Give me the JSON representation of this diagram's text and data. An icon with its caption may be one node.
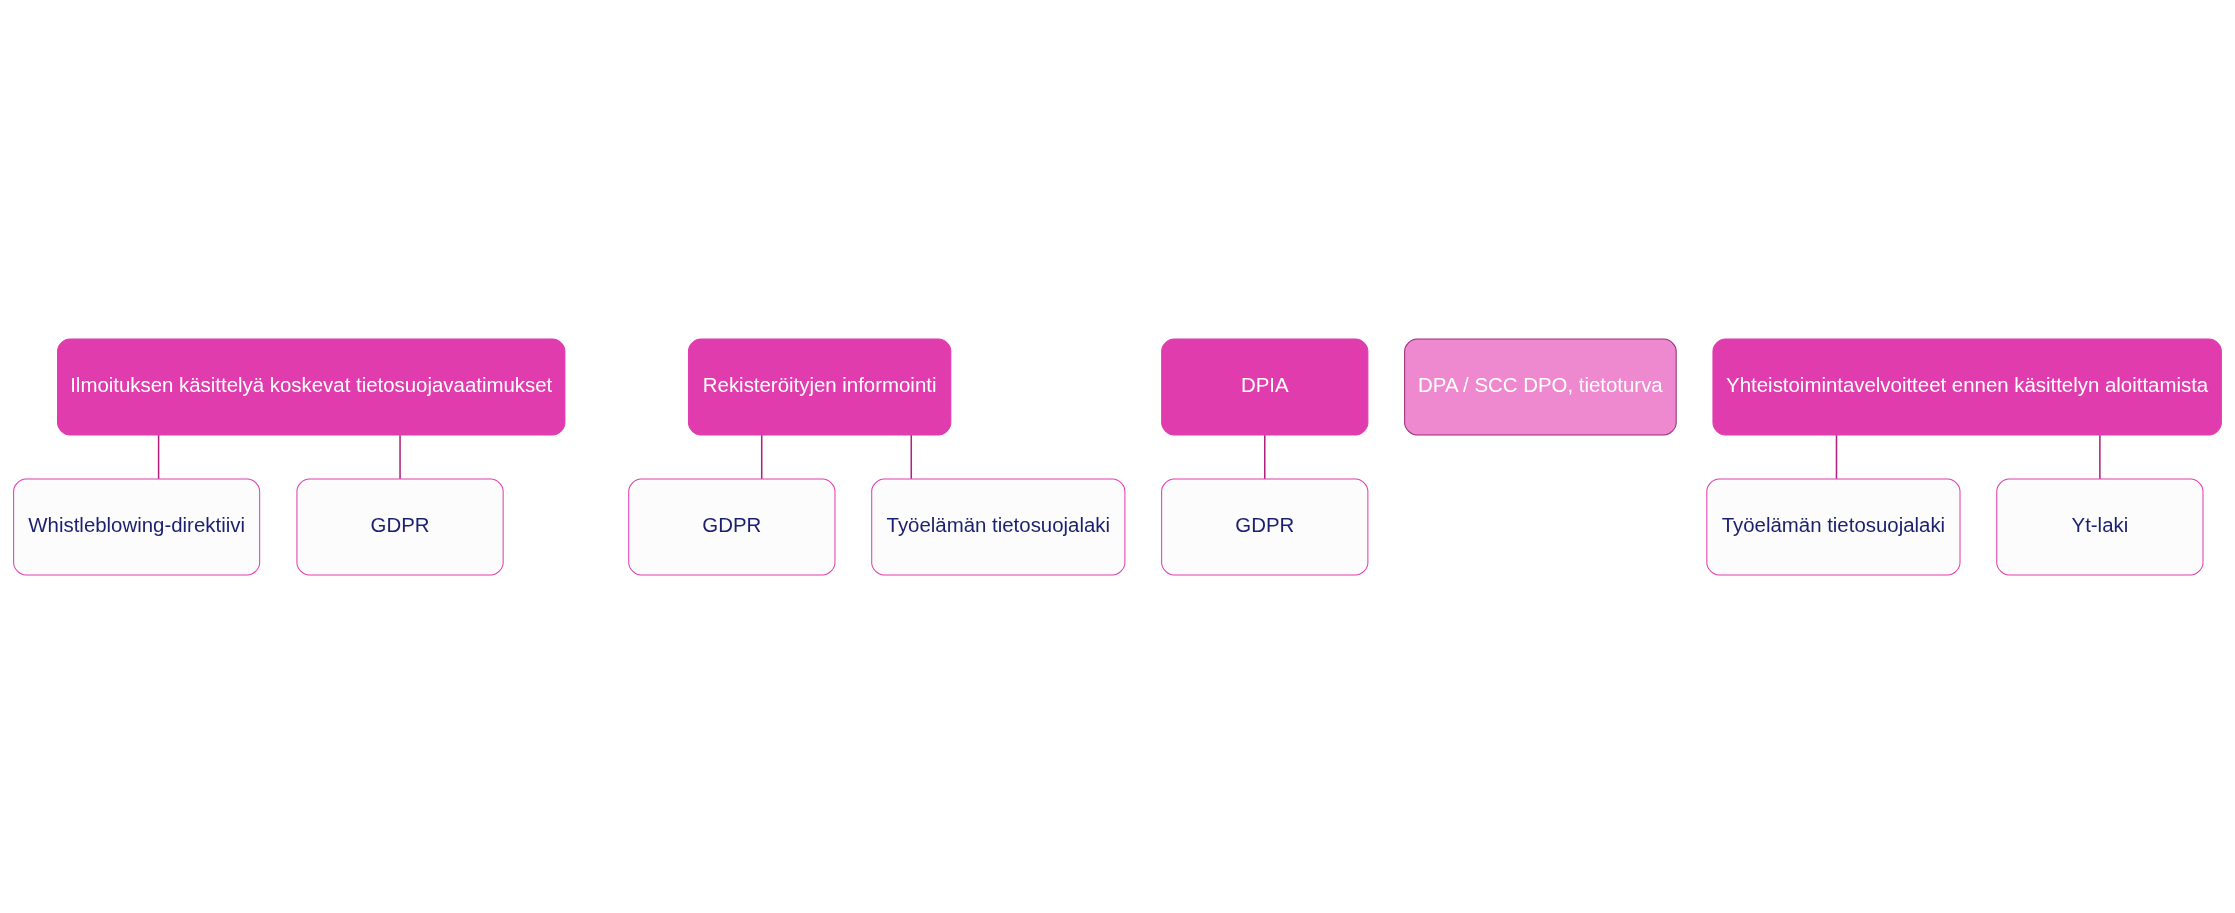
{
  "diagram": {
    "nodes": [
      {
        "text": [
          "Ilmoituksen käsittelyä koskevat tietosuojavaatimukset"
        ]
      },
      {
        "text": [
          "Whistleblowing-direktiivi"
        ]
      },
      {
        "text": [
          "GDPR"
        ]
      },
      {
        "text": [
          "Rekisteröityjen informointi"
        ]
      },
      {
        "text": [
          "GDPR"
        ]
      },
      {
        "text": [
          "Työelämän tietosuojalaki"
        ]
      },
      {
        "text": [
          "DPIA"
        ]
      },
      {
        "text": [
          "GDPR"
        ]
      },
      {
        "text": [
          "DPA / SCC DPO, tietoturva"
        ]
      },
      {
        "text": [
          "Yhteistoimintavelvoitteet ennen käsittelyn aloittamista"
        ]
      },
      {
        "text": [
          "Työelämän tietosuojalaki"
        ]
      },
      {
        "text": [
          "Yt-laki"
        ]
      }
    ],
    "edges": [
      {
        "from": 0,
        "to": 1,
        "arrow": "none"
      },
      {
        "from": 0,
        "to": 2,
        "arrow": "none"
      },
      {
        "from": 3,
        "to": 4,
        "arrow": "none"
      },
      {
        "from": 3,
        "to": 5,
        "arrow": "none"
      },
      {
        "from": 6,
        "to": 7,
        "arrow": "none"
      },
      {
        "from": 9,
        "to": 10,
        "arrow": "none"
      },
      {
        "from": 9,
        "to": 11,
        "arrow": "none"
      }
    ]
  }
}
